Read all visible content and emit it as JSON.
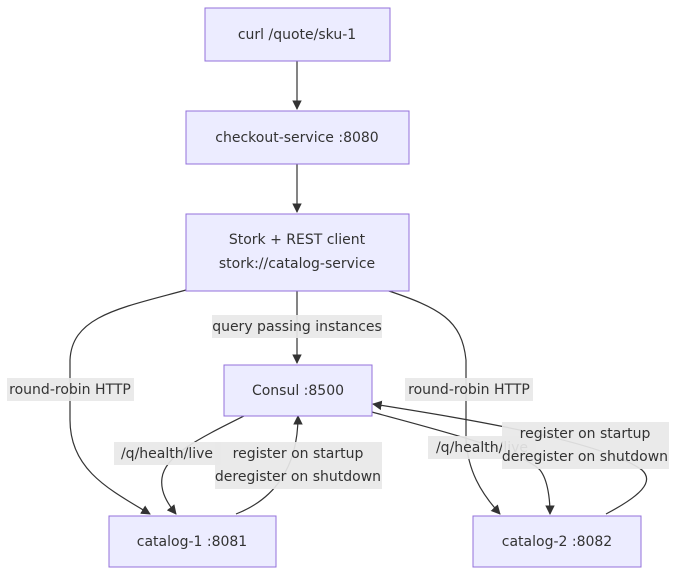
{
  "nodes": {
    "curl": {
      "label": "curl /quote/sku-1"
    },
    "checkout": {
      "label": "checkout-service :8080"
    },
    "stork": {
      "line1": "Stork + REST client",
      "line2": "stork://catalog-service"
    },
    "consul": {
      "label": "Consul :8500"
    },
    "catalog1": {
      "label": "catalog-1 :8081"
    },
    "catalog2": {
      "label": "catalog-2 :8082"
    }
  },
  "edges": {
    "stork_consul": {
      "label": "query passing instances"
    },
    "stork_catalog1": {
      "label": "round-robin HTTP"
    },
    "stork_catalog2": {
      "label": "round-robin HTTP"
    },
    "consul_catalog1": {
      "label": "/q/health/live"
    },
    "catalog1_consul": {
      "line1": "register on startup",
      "line2": "deregister on shutdown"
    },
    "consul_catalog2": {
      "label": "/q/health/live"
    },
    "catalog2_consul": {
      "line1": "register on startup",
      "line2": "deregister on shutdown"
    }
  }
}
